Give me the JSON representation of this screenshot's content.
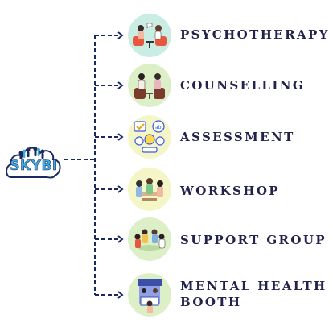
{
  "logo": {
    "text": "SKYBI",
    "icon": "cloud-children-logo"
  },
  "colors": {
    "connector": "#1b2a5e",
    "label": "#22224a",
    "teal_circle": "#c9ece3",
    "green_circle": "#dcefc6",
    "yellow_circle": "#f4f6c8"
  },
  "services": [
    {
      "label": "PSYCHOTHERAPY",
      "icon": "therapy-session-illustration"
    },
    {
      "label": "COUNSELLING",
      "icon": "counselling-illustration"
    },
    {
      "label": "ASSESSMENT",
      "icon": "assessment-illustration"
    },
    {
      "label": "WORKSHOP",
      "icon": "workshop-illustration"
    },
    {
      "label": "SUPPORT GROUP",
      "icon": "support-group-illustration"
    },
    {
      "label": "MENTAL HEALTH\nBOOTH",
      "icon": "mental-health-booth-illustration"
    }
  ]
}
